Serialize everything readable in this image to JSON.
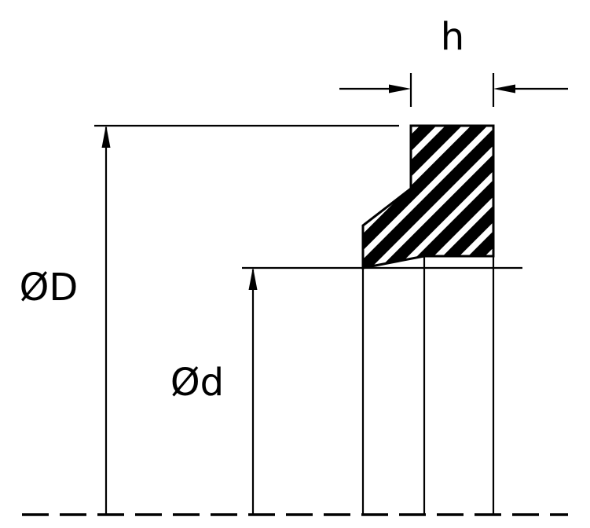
{
  "diagram": {
    "kind": "seal-cross-section-technical-drawing",
    "labels": {
      "h": "h",
      "outer_diameter": "ØD",
      "inner_diameter": "Ød"
    },
    "colors": {
      "line": "#000000",
      "section_fill": "#000000",
      "hatch_stripes": "#ffffff",
      "background": "#ffffff"
    }
  }
}
